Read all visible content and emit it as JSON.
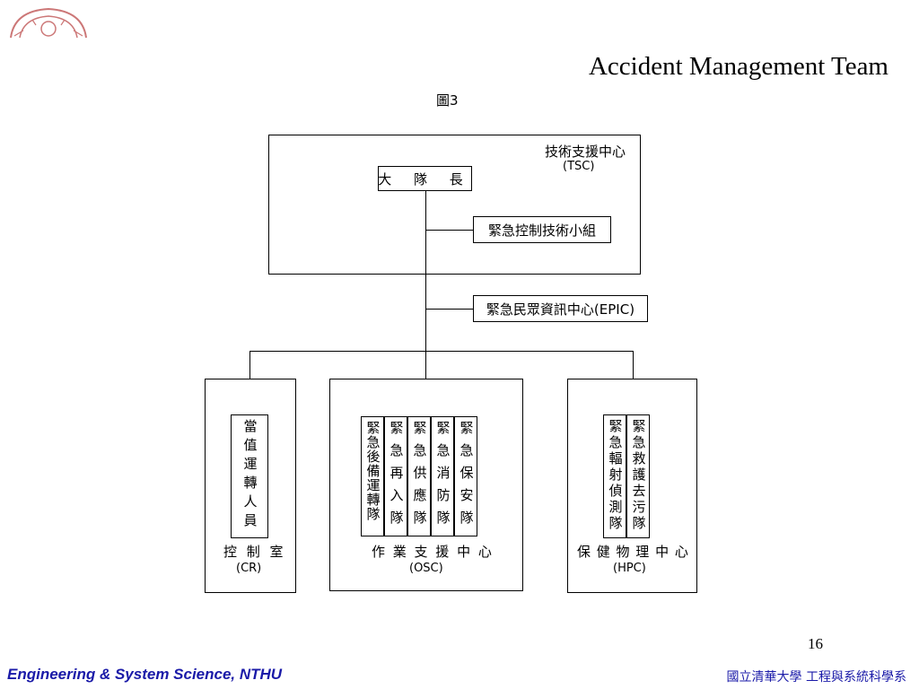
{
  "slide": {
    "title": "Accident Management Team",
    "figure_label": "圖3",
    "page_number": "16"
  },
  "footer": {
    "left": "Engineering & System Science, NTHU",
    "right": "國立清華大學 工程與系統科學系"
  },
  "org": {
    "tsc": {
      "name": "技術支援中心",
      "abbr": "(TSC)"
    },
    "leader": "大 隊 長",
    "tech_group": "緊急控制技術小組",
    "epic": "緊急民眾資訊中心(EPIC)",
    "cr": {
      "name": "控 制 室",
      "abbr": "(CR)",
      "units": [
        "當值運轉人員"
      ]
    },
    "osc": {
      "name": "作 業 支 援 中 心",
      "abbr": "(OSC)",
      "units": [
        "緊急後備運轉隊",
        "緊急再入隊",
        "緊急供應隊",
        "緊急消防隊",
        "緊急保安隊"
      ]
    },
    "hpc": {
      "name": "保 健 物 理 中 心",
      "abbr": "(HPC)",
      "units": [
        "緊急輻射偵測隊",
        "緊急救護去污隊"
      ]
    }
  }
}
